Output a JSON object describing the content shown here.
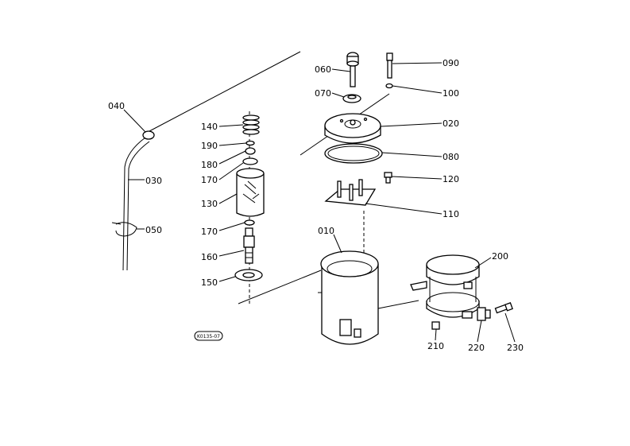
{
  "labels": {
    "p010": "010",
    "p020": "020",
    "p030": "030",
    "p040": "040",
    "p050": "050",
    "p060": "060",
    "p070": "070",
    "p080": "080",
    "p090": "090",
    "p100": "100",
    "p110": "110",
    "p120": "120",
    "p130": "130",
    "p140": "140",
    "p150": "150",
    "p160": "160",
    "p170a": "170",
    "p170b": "170",
    "p180": "180",
    "p190": "190",
    "p200": "200",
    "p210": "210",
    "p220": "220",
    "p230": "230"
  },
  "drawing_code": "K0135-07"
}
